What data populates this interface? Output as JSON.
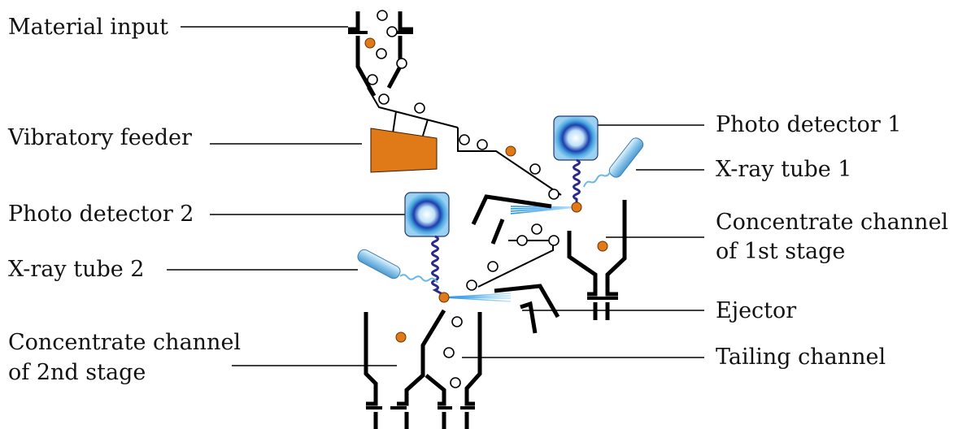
{
  "labels": {
    "material_input": "Material input",
    "vibratory_feeder": "Vibratory feeder",
    "photo_detector_1": "Photo detector 1",
    "xray_tube_1": "X-ray tube 1",
    "photo_detector_2": "Photo detector 2",
    "concentrate_1_line1": "Concentrate channel",
    "concentrate_1_line2": "of 1st stage",
    "xray_tube_2": "X-ray tube 2",
    "ejector": "Ejector",
    "concentrate_2_line1": "Concentrate channel",
    "concentrate_2_line2": "of 2nd stage",
    "tailing_channel": "Tailing channel"
  },
  "colors": {
    "ore_particle": "#e07a18",
    "feeder": "#e07a18",
    "detector": "#4aa8e0",
    "xray_beam": "#3aa4e4",
    "signal_wire": "#2a2a8a"
  }
}
